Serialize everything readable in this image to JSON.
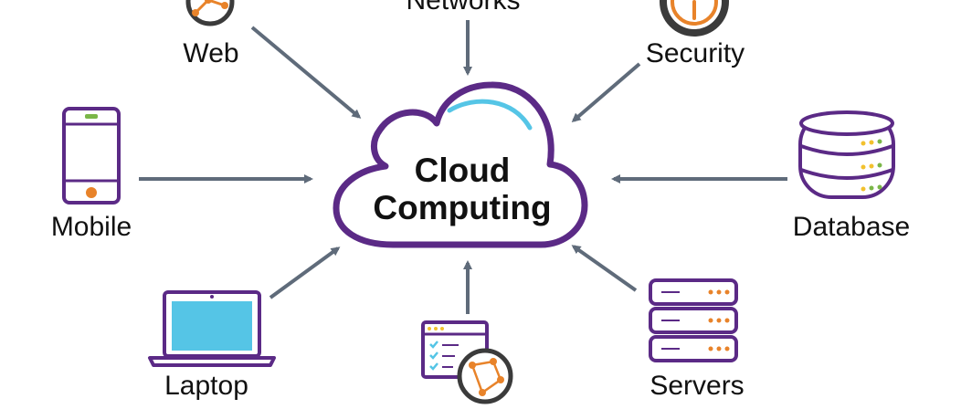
{
  "center": {
    "line1": "Cloud",
    "line2": "Computing"
  },
  "nodes": {
    "web": "Web",
    "networks": "Networks",
    "security": "Security",
    "mobile": "Mobile",
    "database": "Database",
    "laptop": "Laptop",
    "servers": "Servers"
  },
  "icons": [
    "globe-icon",
    "shield-icon",
    "mobile-phone-icon",
    "database-icon",
    "laptop-icon",
    "browser-window-icon",
    "servers-icon",
    "cloud-icon"
  ],
  "colors": {
    "purple": "#5b2a86",
    "orange": "#e8832a",
    "cyan": "#55c5e6",
    "green": "#7ab648",
    "yellow": "#f2c12e",
    "arrow": "#5f6b7a"
  }
}
